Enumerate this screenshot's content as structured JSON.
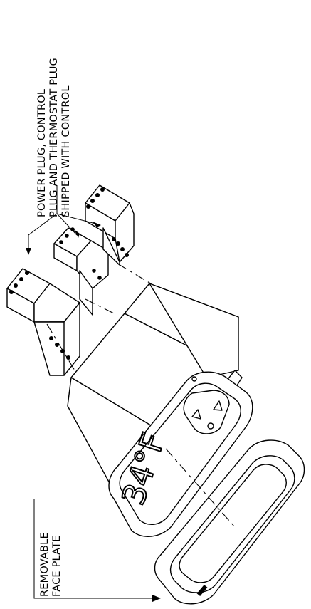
{
  "labels": {
    "plugs_note": [
      "POWER PLUG, CONTROL",
      "PLUG AND THERMOSTAT PLUG",
      "SHIPPED WITH CONTROL"
    ],
    "face_plate_note": [
      "REMOVABLE",
      "FACE PLATE"
    ],
    "display_reading": "34°F"
  },
  "icons": {
    "up_arrow": "triangle-up-icon",
    "down_arrow": "triangle-down-icon",
    "power": "power-icon"
  }
}
